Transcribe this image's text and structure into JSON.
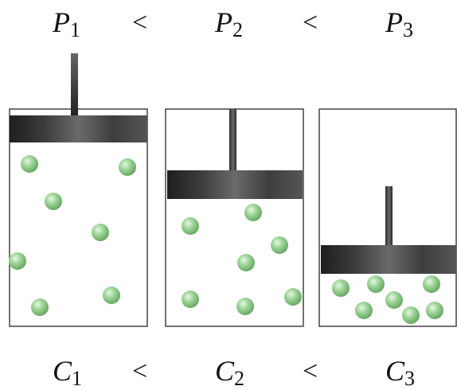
{
  "top_row": {
    "items": [
      {
        "symbol": "P",
        "subscript": "1"
      },
      {
        "symbol": "P",
        "subscript": "2"
      },
      {
        "symbol": "P",
        "subscript": "3"
      }
    ],
    "comparators": [
      "<",
      "<"
    ]
  },
  "bottom_row": {
    "items": [
      {
        "symbol": "C",
        "subscript": "1"
      },
      {
        "symbol": "C",
        "subscript": "2"
      },
      {
        "symbol": "C",
        "subscript": "3"
      }
    ],
    "comparators": [
      "<",
      "<"
    ]
  },
  "colors": {
    "particle": "#9ed69a",
    "particle_edge": "#6aa864",
    "piston": "#3a3a3a",
    "container_border": "#444444"
  },
  "icons": {
    "particle": "gas-particle-icon",
    "piston": "piston-icon"
  }
}
